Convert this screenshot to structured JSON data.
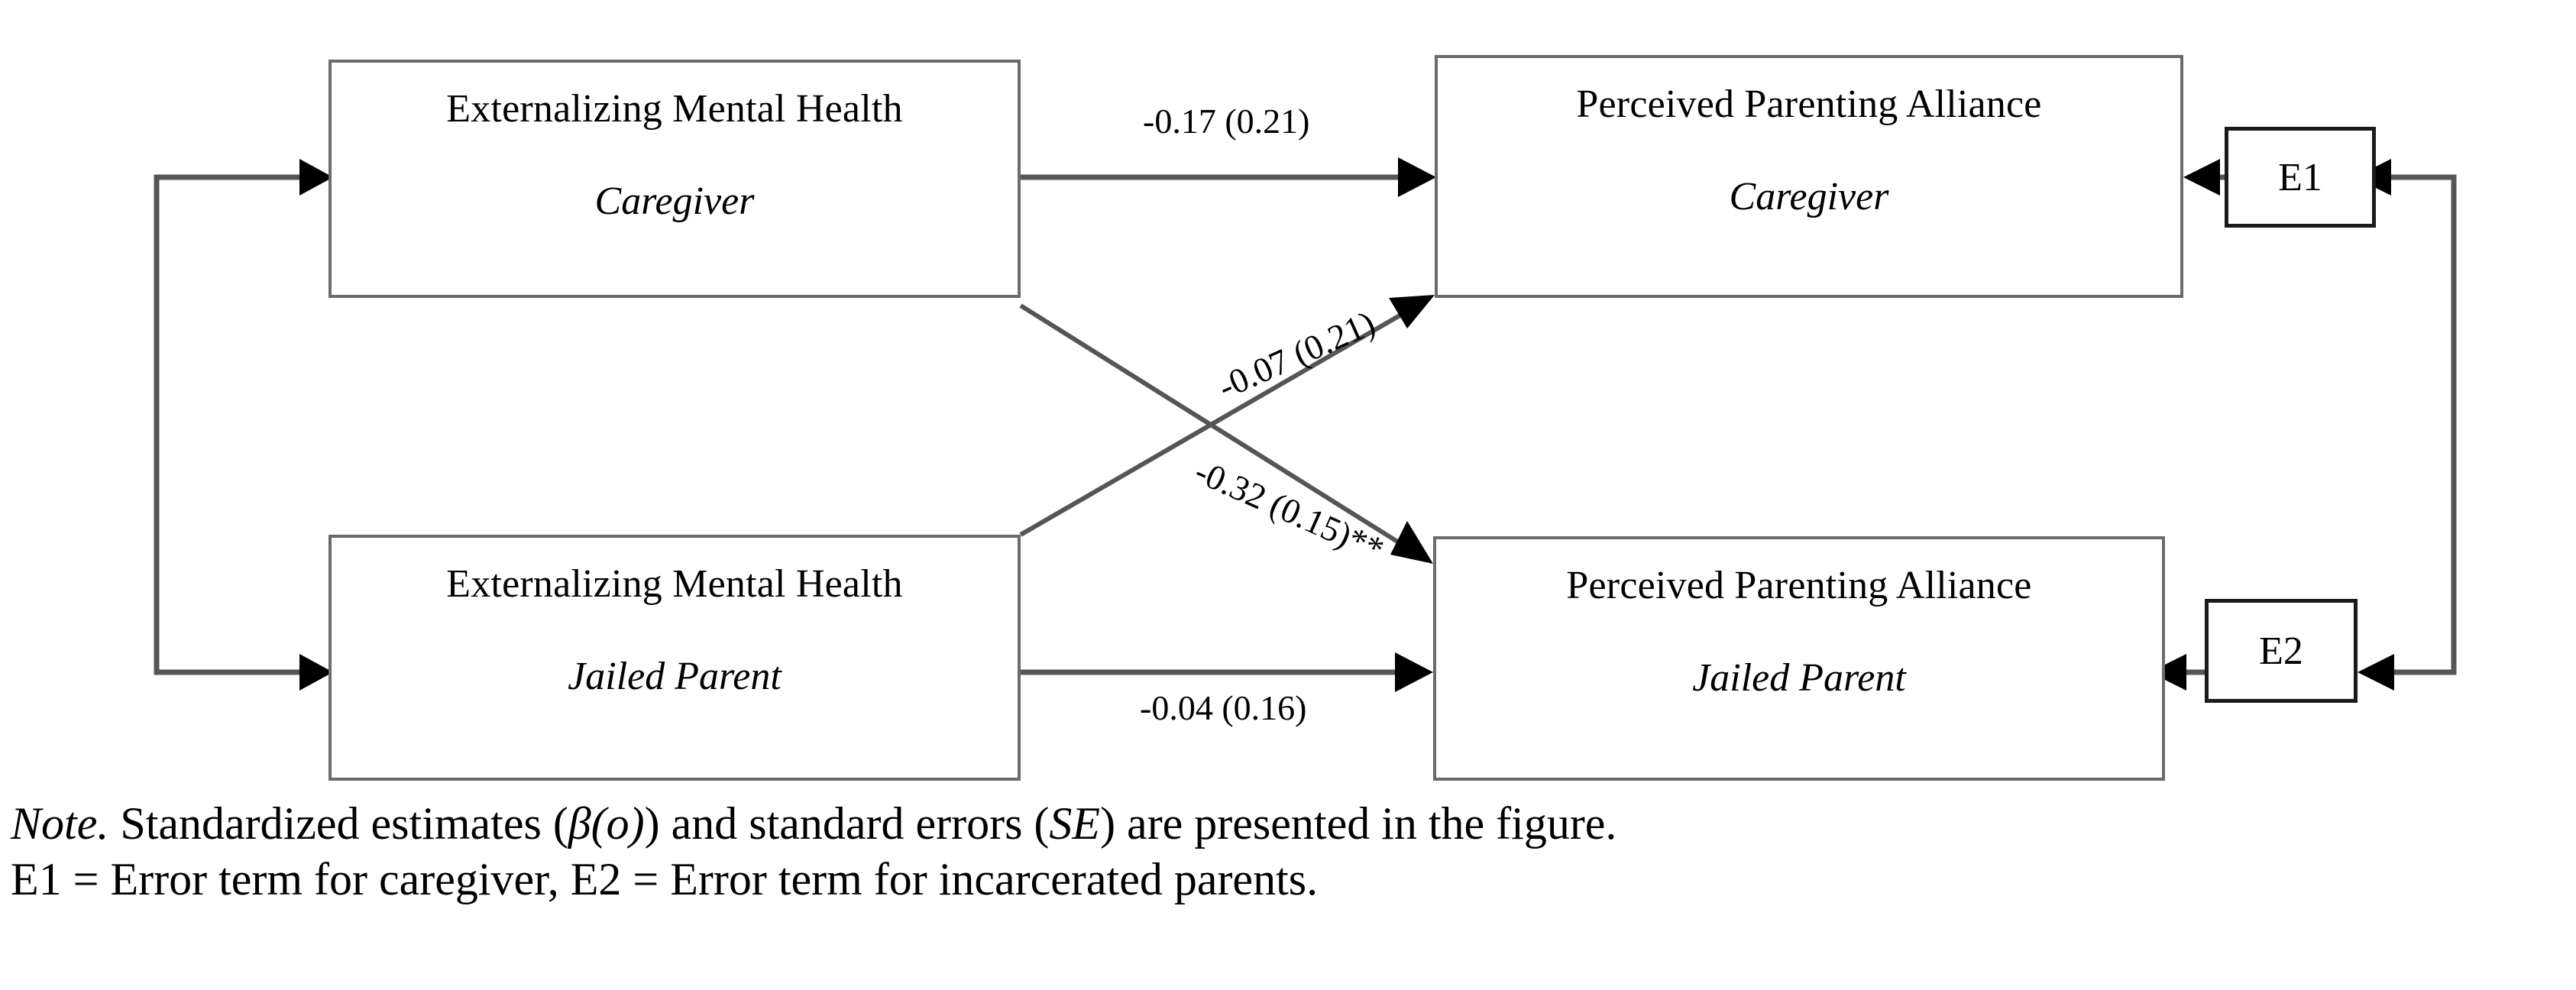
{
  "figure": {
    "type": "path-diagram",
    "boxes": [
      {
        "id": "externalizing-caregiver",
        "title": "Externalizing Mental Health",
        "subtitle": "Caregiver",
        "position": "top-left"
      },
      {
        "id": "parenting-alliance-caregiver",
        "title": "Perceived Parenting Alliance",
        "subtitle": "Caregiver",
        "position": "top-right"
      },
      {
        "id": "externalizing-jailed-parent",
        "title": "Externalizing Mental Health",
        "subtitle": "Jailed Parent",
        "position": "bottom-left"
      },
      {
        "id": "parenting-alliance-jailed-parent",
        "title": "Perceived Parenting Alliance",
        "subtitle": "Jailed Parent",
        "position": "bottom-right"
      }
    ],
    "error_terms": [
      {
        "id": "e1",
        "label": "E1"
      },
      {
        "id": "e2",
        "label": "E2"
      }
    ],
    "paths": [
      {
        "id": "path-cg-to-cg",
        "from": "externalizing-caregiver",
        "to": "parenting-alliance-caregiver",
        "estimate": "-0.17",
        "se": "0.21",
        "significance": "",
        "label": "-0.17 (0.21)"
      },
      {
        "id": "path-jp-to-cg",
        "from": "externalizing-jailed-parent",
        "to": "parenting-alliance-caregiver",
        "estimate": "-0.07",
        "se": "0.21",
        "significance": "",
        "label": "-0.07 (0.21)"
      },
      {
        "id": "path-cg-to-jp",
        "from": "externalizing-caregiver",
        "to": "parenting-alliance-jailed-parent",
        "estimate": "-0.32",
        "se": "0.15",
        "significance": "**",
        "label": "-0.32 (0.15)**"
      },
      {
        "id": "path-jp-to-jp",
        "from": "externalizing-jailed-parent",
        "to": "parenting-alliance-jailed-parent",
        "estimate": "-0.04",
        "se": "0.16",
        "significance": "",
        "label": "-0.04 (0.16)"
      }
    ],
    "correlations": [
      {
        "id": "corr-exogenous",
        "between": [
          "externalizing-caregiver",
          "externalizing-jailed-parent"
        ],
        "label": ""
      },
      {
        "id": "corr-errors",
        "between": [
          "e1",
          "e2"
        ],
        "label": ""
      }
    ]
  },
  "note": {
    "lead": "Note.",
    "line1_a": " Standardized estimates (",
    "line1_beta": "β(o)",
    "line1_b": ") and standard errors (",
    "line1_se": "SE",
    "line1_c": ") are presented in the figure.",
    "line2": "E1 = Error term for caregiver, E2 = Error term for incarcerated parents."
  },
  "colors": {
    "box_border": "#6b6b6b",
    "error_border": "#1a1a1a",
    "line": "#555555",
    "arrow_fill": "#000000",
    "text": "#000000",
    "background": "#ffffff"
  }
}
